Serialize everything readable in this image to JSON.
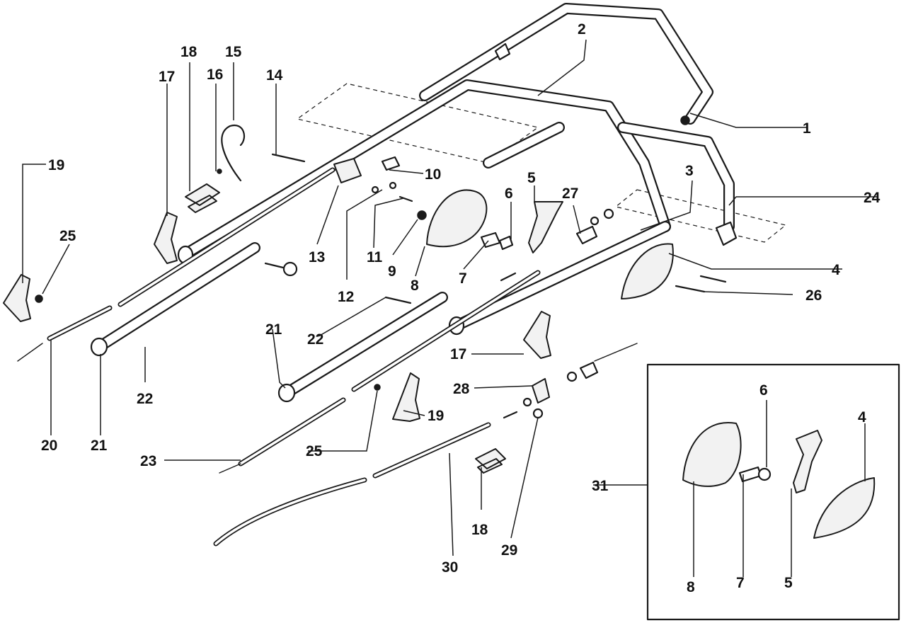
{
  "callouts": {
    "c1": "1",
    "c2": "2",
    "c3": "3",
    "c4": "4",
    "c4b": "4",
    "c5": "5",
    "c5b": "5",
    "c6": "6",
    "c6b": "6",
    "c7": "7",
    "c7b": "7",
    "c8": "8",
    "c8b": "8",
    "c9": "9",
    "c10": "10",
    "c11": "11",
    "c12": "12",
    "c13": "13",
    "c14": "14",
    "c15": "15",
    "c16": "16",
    "c17": "17",
    "c17b": "17",
    "c18": "18",
    "c18b": "18",
    "c19": "19",
    "c19b": "19",
    "c20": "20",
    "c21": "21",
    "c21b": "21",
    "c22": "22",
    "c22b": "22",
    "c23": "23",
    "c24": "24",
    "c25": "25",
    "c25b": "25",
    "c26": "26",
    "c27": "27",
    "c28": "28",
    "c29": "29",
    "c30": "30",
    "c31": "31"
  },
  "colors": {
    "line": "#1a1a1a",
    "background": "#ffffff"
  }
}
